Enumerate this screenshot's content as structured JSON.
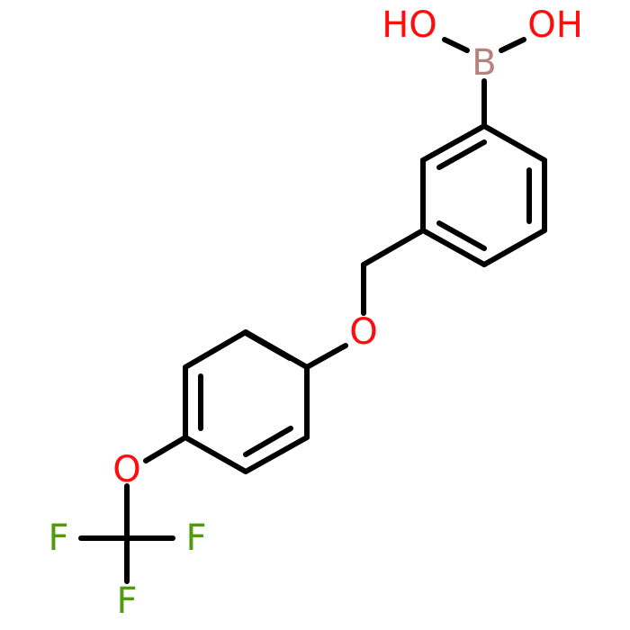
{
  "molecule": {
    "atom_labels": {
      "oh_left": "HO",
      "boron": "B",
      "oh_right": "OH",
      "ether_oxygen": "O",
      "ocf3_oxygen": "O",
      "fluorine_left": "F",
      "fluorine_right": "F",
      "fluorine_bottom": "F"
    },
    "colors": {
      "bond": "#000000",
      "oxygen": "#ff0d0d",
      "boron": "#b5837f",
      "fluorine": "#4f9a0f"
    }
  }
}
